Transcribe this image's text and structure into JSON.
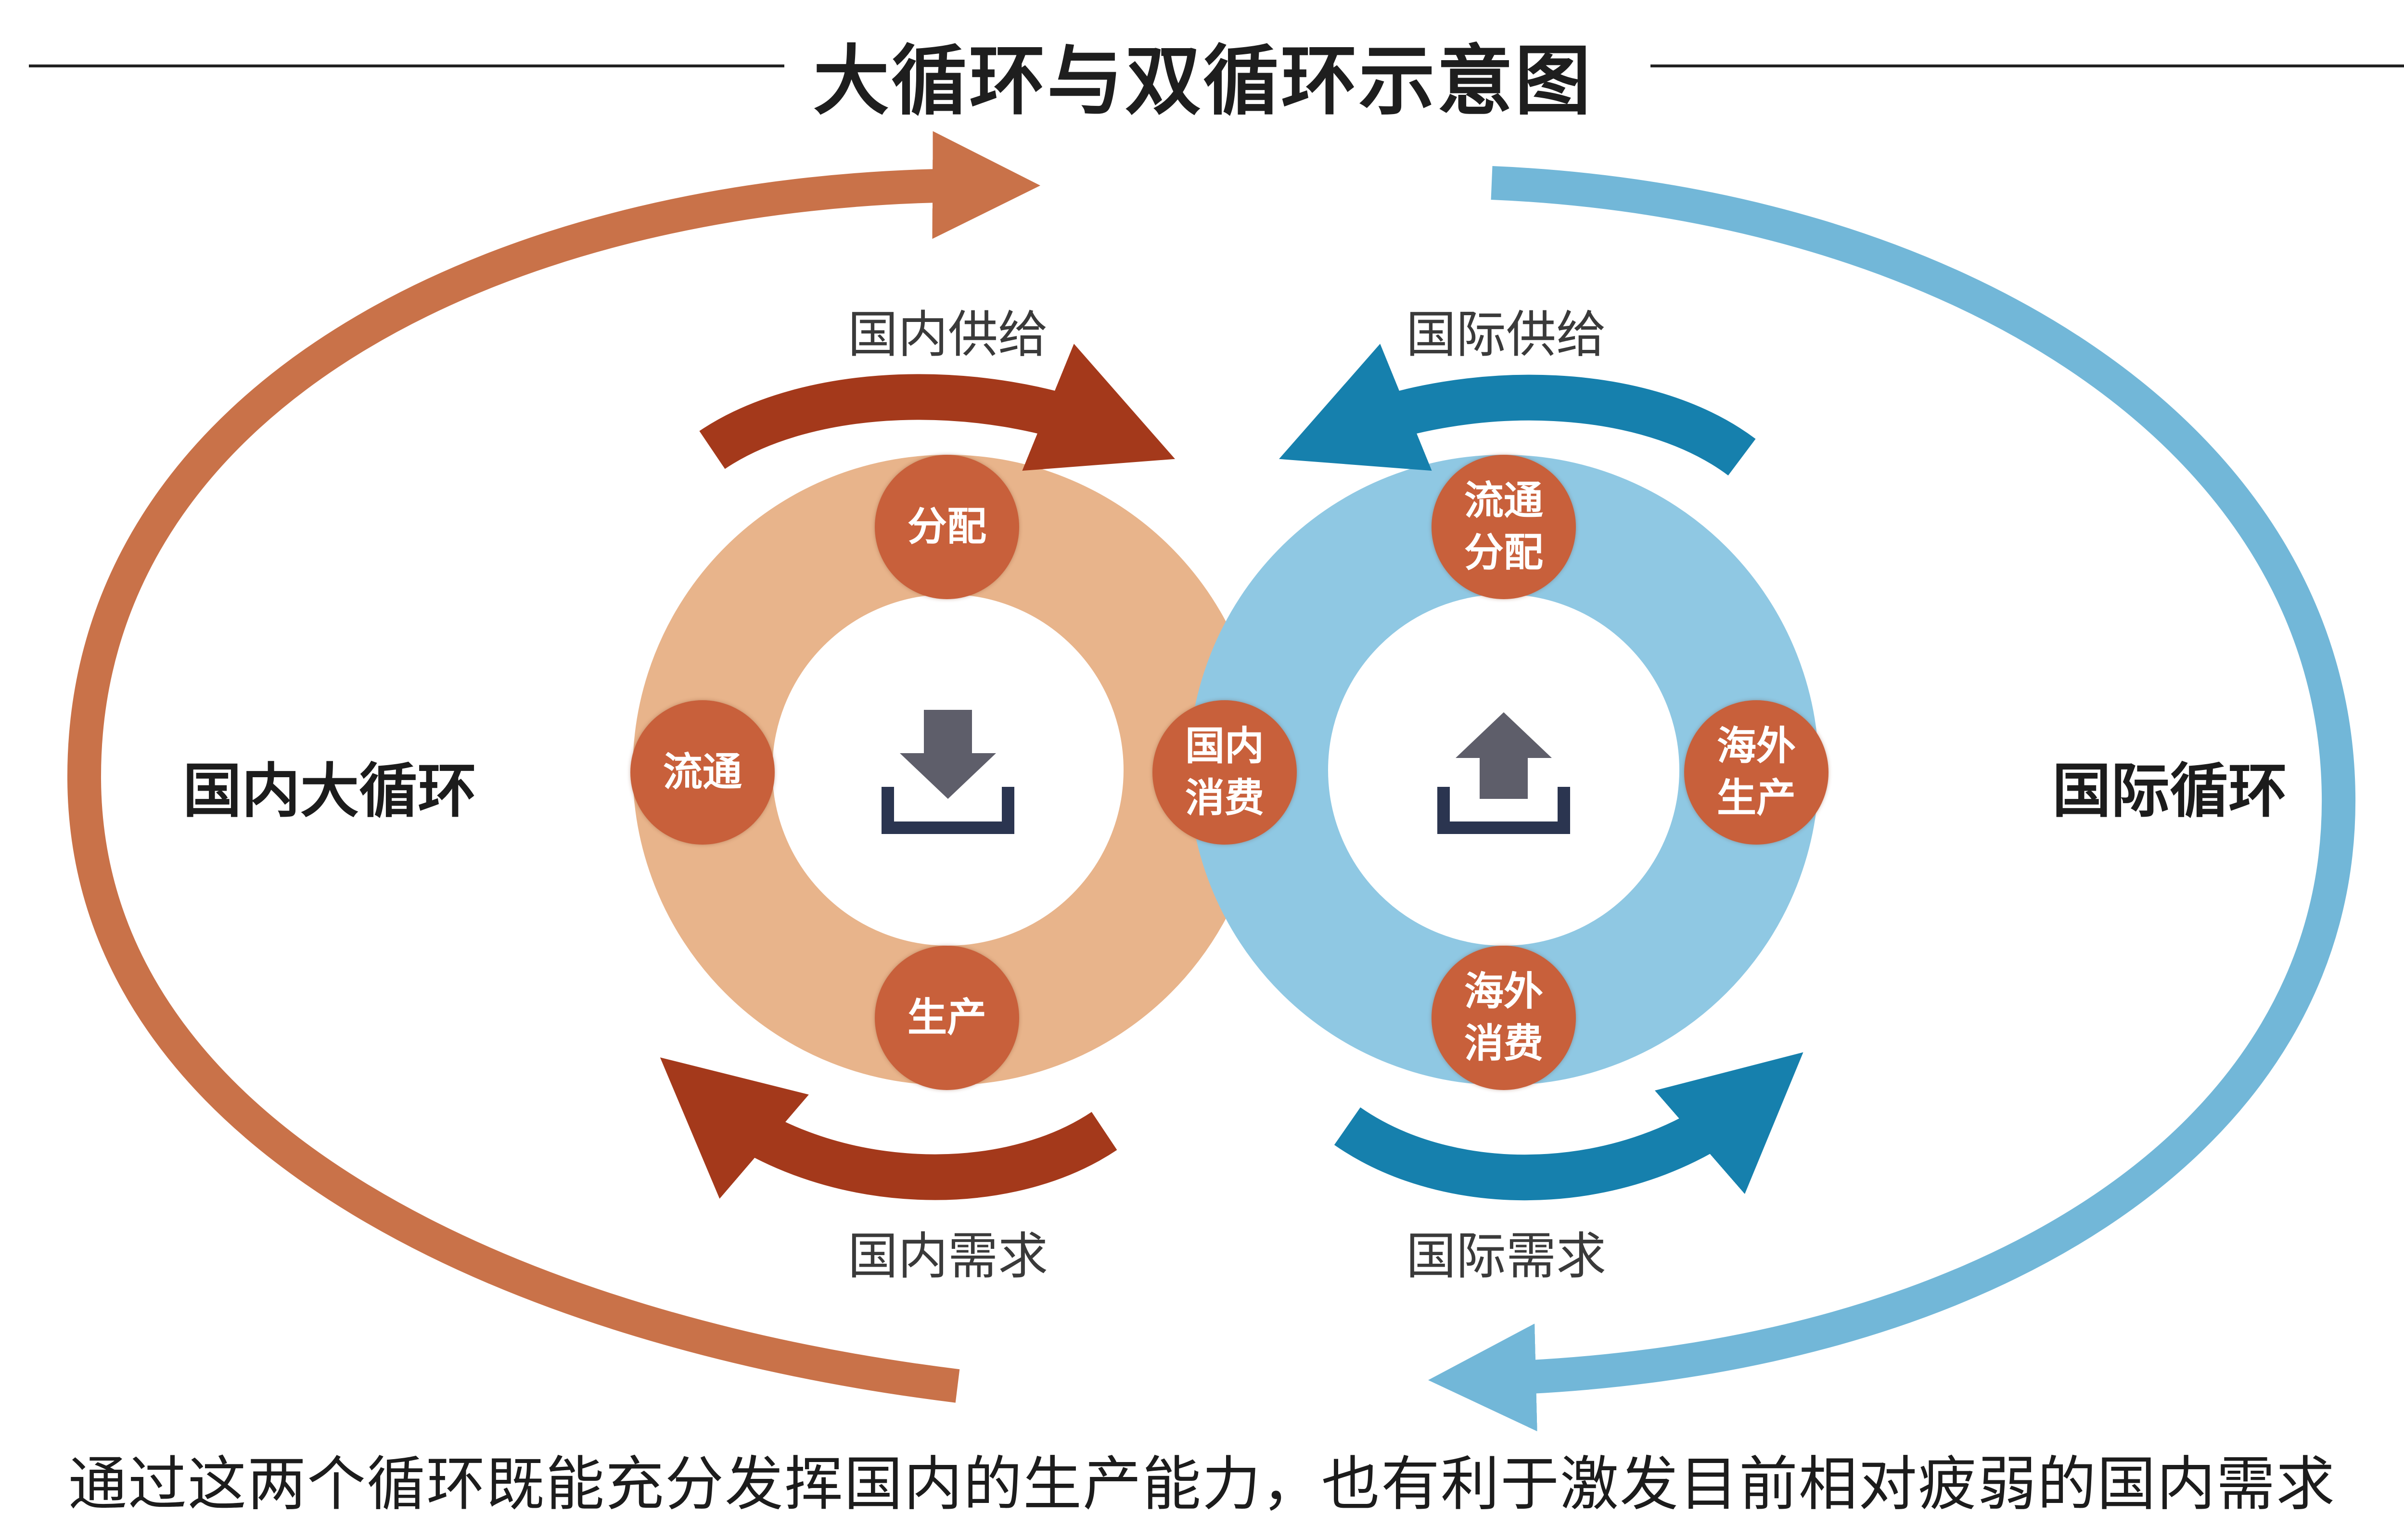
{
  "title": "大循环与双循环示意图",
  "left_loop_label": "国内大循环",
  "right_loop_label": "国际循环",
  "flows": {
    "domestic_supply": "国内供给",
    "international_supply": "国际供给",
    "domestic_demand": "国内需求",
    "international_demand": "国际需求"
  },
  "left_ring_nodes": {
    "top": "分配",
    "left": "流通",
    "bottom": "生产",
    "shared_line1": "国内",
    "shared_line2": "消费"
  },
  "right_ring_nodes": {
    "top_line1": "流通",
    "top_line2": "分配",
    "right_line1": "海外",
    "right_line2": "生产",
    "bottom_line1": "海外",
    "bottom_line2": "消费"
  },
  "icons": {
    "left_center": "download-icon",
    "right_center": "upload-icon"
  },
  "colors": {
    "outer_left_arrow": "#c97249",
    "outer_right_arrow": "#72b7d8",
    "left_ring": "#e8b48b",
    "right_ring": "#8fc8e3",
    "inner_left_arrows": "#a4391b",
    "inner_right_arrows": "#1680ad",
    "node": "#c8603b",
    "icon": "#5e5e6a",
    "icon_base": "#2b3550"
  },
  "caption": "通过这两个循环既能充分发挥国内的生产能力，也有利于激发目前相对疲弱的国内需求"
}
